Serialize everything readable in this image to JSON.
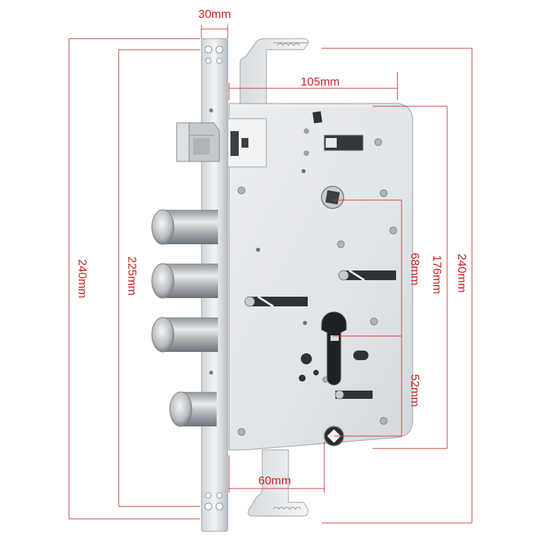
{
  "dimensions": {
    "faceplate_width": "30mm",
    "case_depth": "105mm",
    "faceplate_height": "240mm",
    "screw_hole_span": "225mm",
    "case_height_front": "176mm",
    "case_height_back": "240mm",
    "spindle_to_cylinder": "68mm",
    "cylinder_to_lower_spindle": "52mm",
    "backset": "60mm"
  },
  "colors": {
    "dimension": "#d23a3a",
    "steel_light": "#e6e9ec",
    "steel_dark": "#9aa0a6"
  }
}
